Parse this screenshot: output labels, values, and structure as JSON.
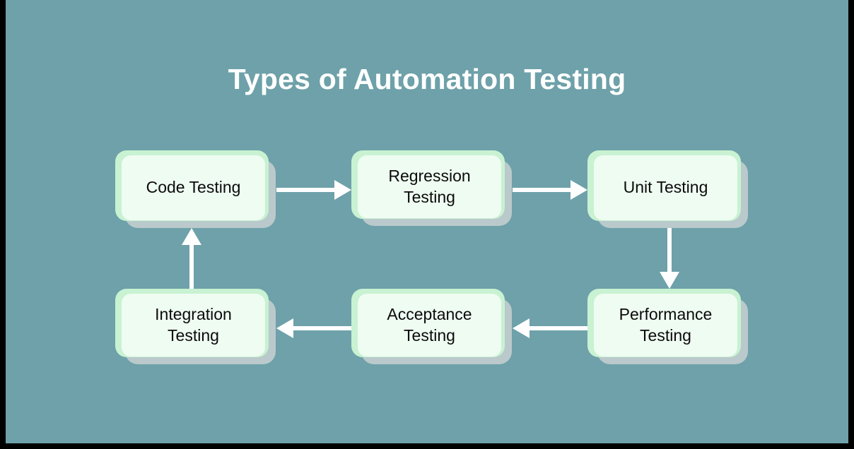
{
  "diagram": {
    "title": "Types of Automation Testing",
    "background_color": "#6ea1a9",
    "frame_color": "#000000",
    "title_color": "#ffffff",
    "node_backplate_color": "#c8f2d2",
    "node_panel_color": "#effcf2",
    "node_shadow_color": "#bac9cb",
    "node_text_color": "#0b0b0b",
    "arrow_color": "#ffffff",
    "nodes": [
      {
        "id": "code-testing",
        "label": "Code Testing"
      },
      {
        "id": "regression-testing",
        "label": "Regression\nTesting"
      },
      {
        "id": "unit-testing",
        "label": "Unit Testing"
      },
      {
        "id": "performance-testing",
        "label": "Performance\nTesting"
      },
      {
        "id": "acceptance-testing",
        "label": "Acceptance\nTesting"
      },
      {
        "id": "integration-testing",
        "label": "Integration\nTesting"
      }
    ],
    "connectors": [
      {
        "from": "code-testing",
        "to": "regression-testing",
        "direction": "right"
      },
      {
        "from": "regression-testing",
        "to": "unit-testing",
        "direction": "right"
      },
      {
        "from": "unit-testing",
        "to": "performance-testing",
        "direction": "down"
      },
      {
        "from": "performance-testing",
        "to": "acceptance-testing",
        "direction": "left"
      },
      {
        "from": "acceptance-testing",
        "to": "integration-testing",
        "direction": "left"
      },
      {
        "from": "integration-testing",
        "to": "code-testing",
        "direction": "up"
      }
    ]
  }
}
